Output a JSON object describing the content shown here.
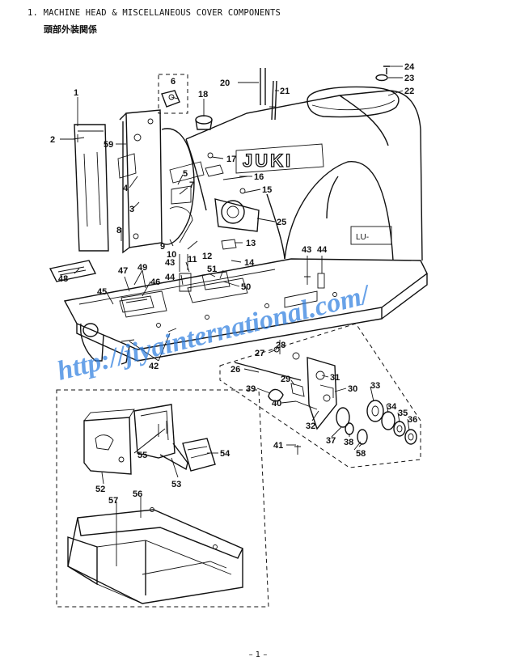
{
  "header": {
    "title": "1. MACHINE HEAD & MISCELLANEOUS COVER COMPONENTS",
    "subtitle": "頭部外装関係"
  },
  "watermark": "http://jiyainternational.com/",
  "brand": "JUKI",
  "model_plate": "LU-",
  "footer": {
    "page_number": "– 1 –"
  },
  "colors": {
    "watermark": "#2f7fe0",
    "ink": "#111111"
  },
  "callouts": [
    {
      "id": "c1",
      "label": "1"
    },
    {
      "id": "c2",
      "label": "2"
    },
    {
      "id": "c3",
      "label": "3"
    },
    {
      "id": "c4",
      "label": "4"
    },
    {
      "id": "c5",
      "label": "5"
    },
    {
      "id": "c6",
      "label": "6"
    },
    {
      "id": "c7",
      "label": "7"
    },
    {
      "id": "c8",
      "label": "8"
    },
    {
      "id": "c9",
      "label": "9"
    },
    {
      "id": "c10",
      "label": "10"
    },
    {
      "id": "c11",
      "label": "11"
    },
    {
      "id": "c12",
      "label": "12"
    },
    {
      "id": "c13",
      "label": "13"
    },
    {
      "id": "c14",
      "label": "14"
    },
    {
      "id": "c15",
      "label": "15"
    },
    {
      "id": "c16",
      "label": "16"
    },
    {
      "id": "c17",
      "label": "17"
    },
    {
      "id": "c18",
      "label": "18"
    },
    {
      "id": "c20",
      "label": "20"
    },
    {
      "id": "c21",
      "label": "21"
    },
    {
      "id": "c22",
      "label": "22"
    },
    {
      "id": "c23",
      "label": "23"
    },
    {
      "id": "c24",
      "label": "24"
    },
    {
      "id": "c25",
      "label": "25"
    },
    {
      "id": "c26",
      "label": "26"
    },
    {
      "id": "c27",
      "label": "27"
    },
    {
      "id": "c28",
      "label": "28"
    },
    {
      "id": "c29",
      "label": "29"
    },
    {
      "id": "c30",
      "label": "30"
    },
    {
      "id": "c31",
      "label": "31"
    },
    {
      "id": "c32",
      "label": "32"
    },
    {
      "id": "c33",
      "label": "33"
    },
    {
      "id": "c34",
      "label": "34"
    },
    {
      "id": "c35",
      "label": "35"
    },
    {
      "id": "c36",
      "label": "36"
    },
    {
      "id": "c37",
      "label": "37"
    },
    {
      "id": "c38",
      "label": "38"
    },
    {
      "id": "c39",
      "label": "39"
    },
    {
      "id": "c40",
      "label": "40"
    },
    {
      "id": "c41",
      "label": "41"
    },
    {
      "id": "c42",
      "label": "42"
    },
    {
      "id": "c43a",
      "label": "43"
    },
    {
      "id": "c43b",
      "label": "43"
    },
    {
      "id": "c44a",
      "label": "44"
    },
    {
      "id": "c44b",
      "label": "44"
    },
    {
      "id": "c45",
      "label": "45"
    },
    {
      "id": "c46",
      "label": "46"
    },
    {
      "id": "c47",
      "label": "47"
    },
    {
      "id": "c48",
      "label": "48"
    },
    {
      "id": "c49",
      "label": "49"
    },
    {
      "id": "c50",
      "label": "50"
    },
    {
      "id": "c51",
      "label": "51"
    },
    {
      "id": "c52",
      "label": "52"
    },
    {
      "id": "c53",
      "label": "53"
    },
    {
      "id": "c54",
      "label": "54"
    },
    {
      "id": "c55",
      "label": "55"
    },
    {
      "id": "c56",
      "label": "56"
    },
    {
      "id": "c57",
      "label": "57"
    },
    {
      "id": "c58",
      "label": "58"
    },
    {
      "id": "c59",
      "label": "59"
    }
  ]
}
